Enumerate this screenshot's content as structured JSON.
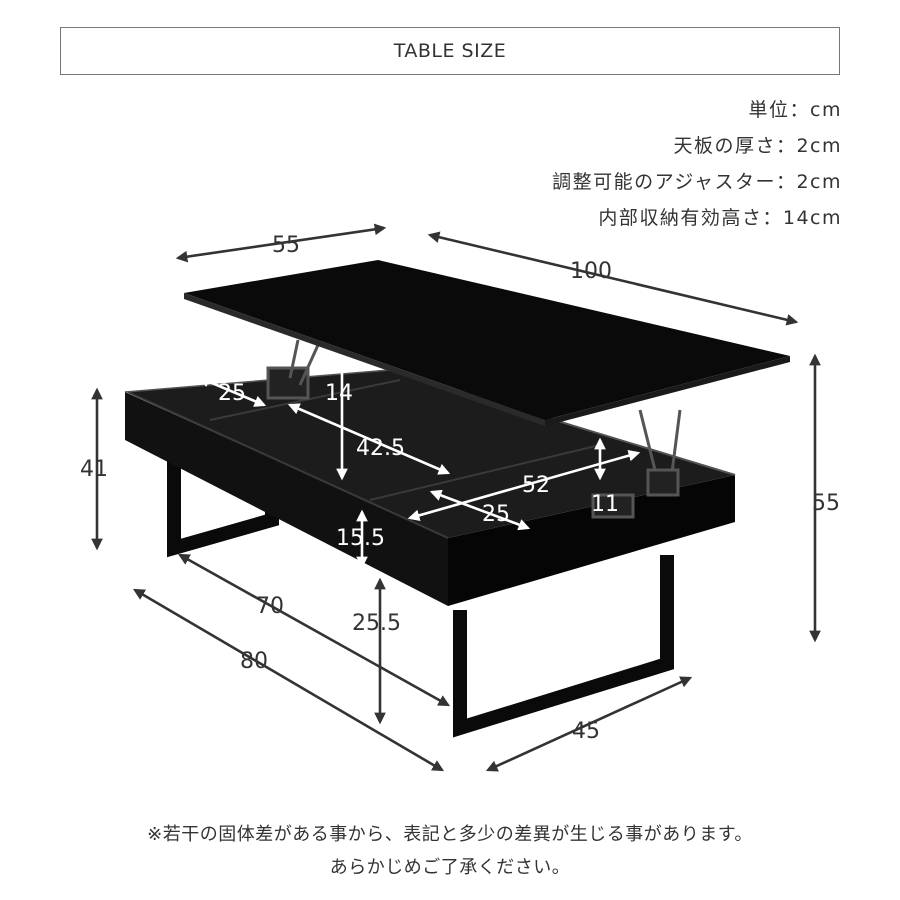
{
  "header": {
    "title": "TABLE SIZE"
  },
  "specs": [
    "単位：cm",
    "天板の厚さ：2cm",
    "調整可能のアジャスター：2cm",
    "内部収納有効高さ：14cm"
  ],
  "dimensions": {
    "top_depth": "55",
    "top_width": "100",
    "height_closed": "41",
    "height_lifted": "55",
    "compartment_depth": "25",
    "inner_height_back": "14",
    "compartment_length": "42.5",
    "compartment_length_front": "52",
    "compartment_height_front": "11",
    "compartment_depth_front": "25",
    "drawer_height": "15.5",
    "leg_span": "70",
    "floor_clearance": "25.5",
    "body_width": "80",
    "body_depth": "45"
  },
  "notes": {
    "line1": "※若干の固体差がある事から、表記と多少の差異が生じる事があります。",
    "line2": "あらかじめご了承ください。"
  },
  "colors": {
    "furniture": "#0a0a0a",
    "outline": "#777777",
    "text": "#333333"
  }
}
